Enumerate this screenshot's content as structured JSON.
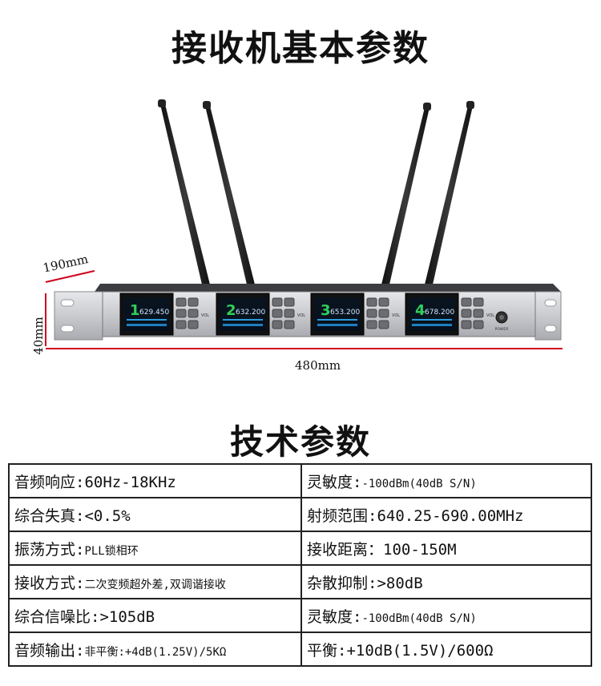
{
  "title": "接收机基本参数",
  "dimensions": {
    "depth": "190mm",
    "height": "40mm",
    "width": "480mm"
  },
  "receiver": {
    "channels": [
      {
        "number": "1",
        "frequency": "629.450",
        "color": "#2fd05a"
      },
      {
        "number": "2",
        "frequency": "632.200",
        "color": "#2fd05a"
      },
      {
        "number": "3",
        "frequency": "653.200",
        "color": "#2fd05a"
      },
      {
        "number": "4",
        "frequency": "678.200",
        "color": "#2fd05a"
      }
    ],
    "button_vol": "VOL",
    "power_label": "POWER"
  },
  "spec_title": "技术参数",
  "spec_rows": [
    {
      "left_label": "音频响应:",
      "left_value": "60Hz-18KHz",
      "right_label": "灵敏度:",
      "right_value": "-100dBm(40dB S/N)"
    },
    {
      "left_label": "综合失真:",
      "left_value": "<0.5%",
      "right_label": "射频范围:",
      "right_value": "640.25-690.00MHz"
    },
    {
      "left_label": "振荡方式:",
      "left_value": "PLL锁相环",
      "right_label": "接收距离：",
      "right_value": "100-150M"
    },
    {
      "left_label": "接收方式:",
      "left_value": "二次变频超外差,双调谐接收",
      "right_label": "杂散抑制:",
      "right_value": ">80dB"
    },
    {
      "left_label": "综合信噪比:",
      "left_value": ">105dB",
      "right_label": "灵敏度:",
      "right_value": "-100dBm(40dB S/N)"
    },
    {
      "left_label": "音频输出:",
      "left_value": "非平衡:+4dB(1.25V)/5KΩ",
      "right_label": "平衡:",
      "right_value": "+10dB(1.5V)/600Ω"
    }
  ]
}
